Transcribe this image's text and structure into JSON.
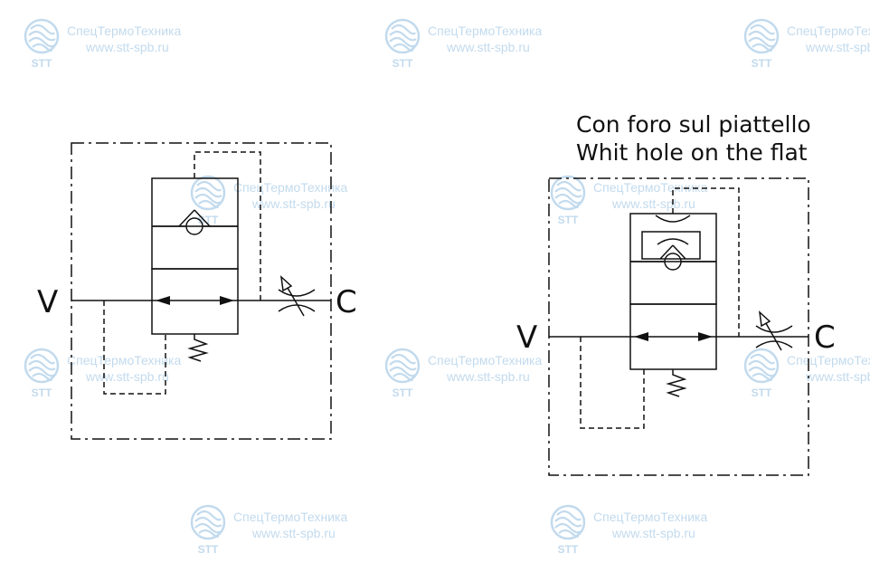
{
  "diagrams": {
    "left": {
      "port_in": "V",
      "port_out": "C"
    },
    "right": {
      "caption_it": "Con foro sul piattello",
      "caption_en": "Whit hole on the flat",
      "port_in": "V",
      "port_out": "C"
    }
  },
  "watermark": {
    "company": "СпецТермоТехника",
    "website": "www.stt-spb.ru",
    "logo_text": "STT",
    "color": "#bcd7ec"
  },
  "colors": {
    "line": "#111111",
    "background": "#ffffff"
  }
}
